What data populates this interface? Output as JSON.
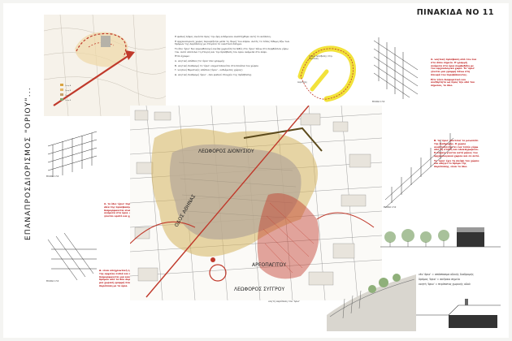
{
  "board": {
    "title": "ΠΙΝΑΚΙΔΑ ΝΟ 11",
    "vertical_title": "ΕΠΑΝΑΠΡΟΣΔΙΟΡΙΣΜΟΣ \"ΟΡΙΟΥ\"..."
  },
  "intro_text": {
    "p1": "Η φυσική λόφος ανιόντα προς την όψη ενδόμενου αναπτύχθηκε αυτή το ακόπολη.",
    "p2": "Η Αρχαιολογικός χώρος περιορίζεται μέσα τη 'δομή' του λόφου. Αυτός το τόπος δίδυμη έξω των δρόμων της Ακρόπολης με στεγανό το οικιστικό πλέγμα.",
    "p3": "Το ίδιο 'όριο' δεν καμουθολογεί ανείπα χωρικότητα πιθές στο 'όριο' πάνω στο περιβάλλον γύρω του. Αυτό αποτελεί τη στεγνή και την πρόσβαση του όρου ανάμεσα στο λόφο.",
    "p4_title": "Έτσι έχουμε:",
    "items": [
      "Α. νοητική ασύδοα (το 'όριο' σαν γραμμή)",
      "Β. νοητική διαδρομή το 'όριο' νοηματοποιείται στα πλαίσια του χώρου",
      "Γ. νοητική θεματικής ασύδοα ('όριο' - ενδιάμεσος χώρος)",
      "Δ. νοητική διαδρομή 'όριο' - σαν φυσικό στοιχείο της πρόσβασης."
    ]
  },
  "sketch_labels": {
    "label_a": "τροχιά πρόσβασης στην Ακρόπολη",
    "label_b": "Ακρόπολη"
  },
  "right_text": {
    "block_a": "Α. νοητική πρόσβαση από τον ένα στο άλλο σημείο. Η γραμμή ανάμεσα στα όρια συμβαδίζει με τον αρχαιολογικό χώρο. Το 'όριο' γίνεται μια γραμμή πάνω στη πλευρά του περιβάλλοντος.",
    "block_b": "Είτε τόσο διαφορετικό και ανεξάρτητο ως προς την οδό του σημείου, το ίδιο."
  },
  "right_text_lower": {
    "block_b": "Β. το 'όριο' αποτελεί το μονοπάτι της διαδρομής. Ο χώρος αναπτύσσεται σε ένα τοπίο γύρω από τη στάση και ολοκληρωμένο. Η πορεία γίνεται κατά μήκος του αρχαιολογικού χώρου και σε αυτό.",
    "block_c": "Το 'όριο' έχει τη σκέψη του χώρου και οδηγεί το δρόμο της Ακρόπολης, είναι το ίδιο."
  },
  "left_text": {
    "block_a": "Α. το ίδιο 'όριο' περιλαμβάνει την ιδέα της πρόσβασης. Ο χώρος που διαμορφώνεται είναι ο χώρος ανάμεσα στα όρια. Αυτό το όριο γίνεται ορατό και χρησιμοποιείται.",
    "block_b": "Δ. είναι υποχρεωτική η ορισμένη μεταξύ της αρχαίας σοδιά και συγχρόνως διαμορφώνεται μια καινούργια στάση του δρόμου από τα δύο άκρα. Το 'όριο' γίνεται μια χωρική γραμμή που συνδέει την Ακρόπολη με τα όρια.",
    "caption_a": "ΕΙΚΟΝΑ 1:50",
    "caption_b": "ΕΙΚΟΝΑ 1:50",
    "caption_c": "ΕΙΚΟΝΑ 1:50",
    "caption_d": "ΕΙΚΟΝΑ 1:50"
  },
  "bottom_caption": {
    "line1": "νοητή ακρόπολη του 'όριο'",
    "line2": "νέο 'όριο' = απόσπασμα οδικής διαδρομής",
    "line3": "δρόμος 'όριο' = ακέραιο σημείο",
    "line4": "νοητή 'όριο' = περίπατος χωρικής οδού"
  },
  "map_labels": {
    "street_1": "ΛΕΩΦΟΡΟΣ ΔΙΟΝΥΣΙΟΥ",
    "street_2": "ΑΡΕΟΠΑΓΙΤΟΥ",
    "street_3": "ΛΕΩΦΟΡΟΣ ΣΥΓΓΡΟΥ",
    "street_4": "ΟΔΟΣ ΑΘΗΝΑΣ"
  },
  "colors": {
    "red": "#c0392b",
    "ochre": "#d6b560",
    "yellow": "#f2e23a",
    "ink": "#333333",
    "stone": "#b7a999"
  }
}
